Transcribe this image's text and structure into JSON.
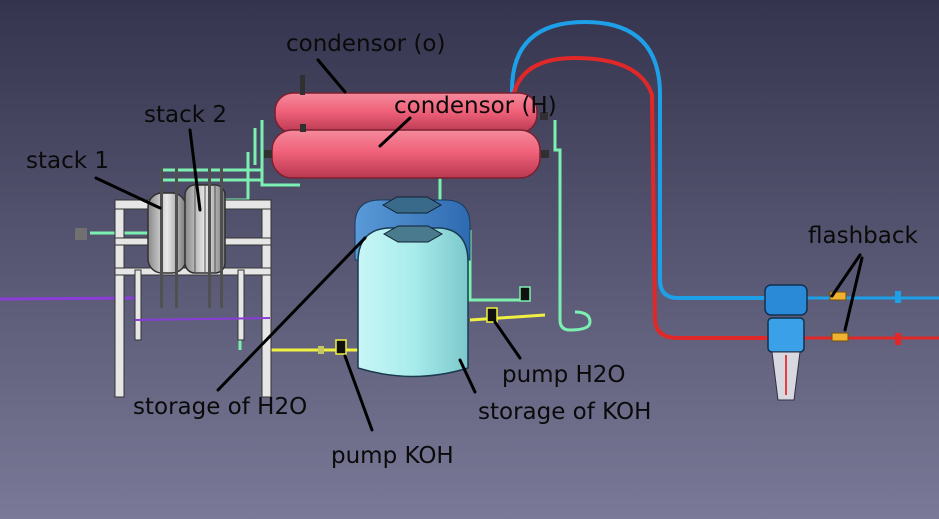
{
  "labels": {
    "condensor_o": "condensor (o)",
    "condensor_h": "condensor (H)",
    "stack_1": "stack 1",
    "stack_2": "stack 2",
    "flashback": "flashback",
    "storage_h2o": "storage of H2O",
    "storage_koh": "storage of KOH",
    "pump_h2o": "pump H2O",
    "pump_koh": "pump KOH"
  },
  "colors": {
    "background_top": "#34344e",
    "background_bottom": "#7a7a98",
    "condensor": "#f0627a",
    "tank": "#a8ecec",
    "tank_lid": "#5fa8b8",
    "frame": "#e6e6e6",
    "pipe_green": "#7cf0b0",
    "pipe_blue": "#1ea0e8",
    "pipe_red": "#e02828",
    "pipe_yellow": "#f0f040",
    "pipe_purple": "#8a3cd8"
  }
}
